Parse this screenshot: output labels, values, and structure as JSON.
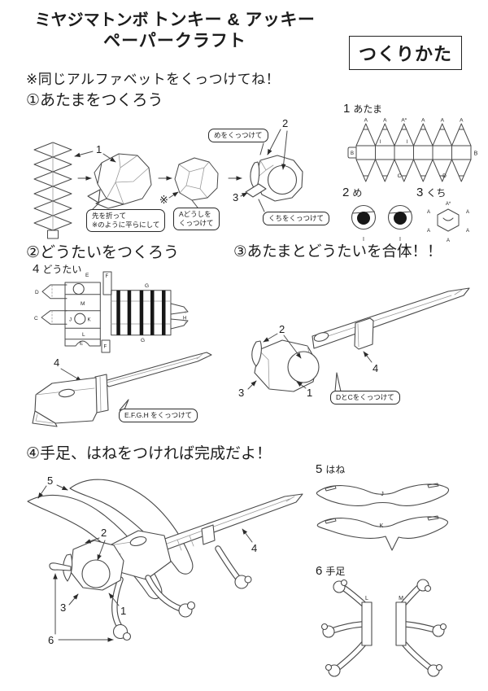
{
  "header": {
    "title_main": "ミヤジマトンボ",
    "title_names": "トンキー & アッキー",
    "subtitle": "ペーパークラフト",
    "howto_box": "つくりかた"
  },
  "note": "※同じアルファベットをくっつけてね！",
  "steps": {
    "s1": "①あたまをつくろう",
    "s2": "②どうたいをつくろう",
    "s3": "③あたまとどうたいを合体！！",
    "s4": "④手足、はねをつければ完成だよ！"
  },
  "callouts": {
    "fold_tip": "先を折って\n※のように平らにして",
    "attach_a": "Aどうしを\nくっつけて",
    "attach_eyes": "めをくっつけて",
    "attach_mouth": "くちをくっつけて",
    "attach_efgh": "E.F.G.H をくっつけて",
    "attach_dc": "DとCをくっつけて"
  },
  "markers": {
    "n1": "1",
    "n2": "2",
    "n3": "3",
    "n4": "4",
    "n5": "5",
    "n6": "6",
    "ref": "※"
  },
  "parts": {
    "p1": {
      "num": "1",
      "name": "あたま"
    },
    "p2": {
      "num": "2",
      "name": "め"
    },
    "p3": {
      "num": "3",
      "name": "くち"
    },
    "p4": {
      "num": "4",
      "name": "どうたい"
    },
    "p5": {
      "num": "5",
      "name": "はね"
    },
    "p6": {
      "num": "6",
      "name": "手足"
    }
  },
  "templates": {
    "head": {
      "top": [
        "A",
        "A",
        "A*",
        "A",
        "A",
        "A"
      ],
      "left_tab": "B",
      "right": "B",
      "inner": [
        "I",
        "I"
      ],
      "bottom": [
        "C",
        "D"
      ]
    },
    "eyes": {
      "labels": [
        "I",
        "I"
      ]
    },
    "mouth": {
      "top": "A*",
      "around": [
        "A",
        "A",
        "A",
        "A",
        "A"
      ]
    },
    "body": {
      "d": "D",
      "c": "C",
      "e_top": "E",
      "e_bottom": "E",
      "f_top": "F",
      "f_bottom": "F",
      "m": "M",
      "j": "J",
      "k": "K",
      "l": "L",
      "g_top": "G",
      "g_bottom": "G",
      "h": "H"
    },
    "wings": {
      "j": "J",
      "k": "K"
    },
    "limbs": {
      "l": "L",
      "m": "M"
    }
  }
}
